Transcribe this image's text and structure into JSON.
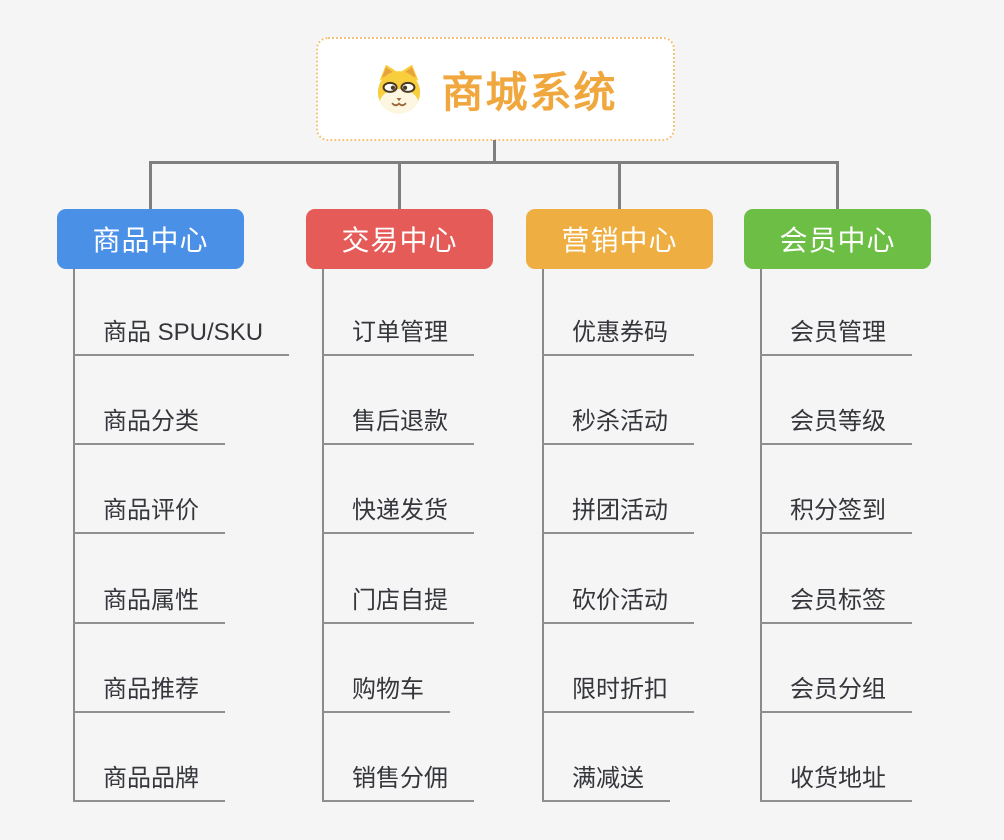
{
  "root": {
    "title": "商城系统",
    "icon": "dog-face-icon"
  },
  "branches": [
    {
      "label": "商品中心",
      "color": "#4a90e7",
      "children": [
        "商品 SPU/SKU",
        "商品分类",
        "商品评价",
        "商品属性",
        "商品推荐",
        "商品品牌"
      ]
    },
    {
      "label": "交易中心",
      "color": "#e45b58",
      "children": [
        "订单管理",
        "售后退款",
        "快递发货",
        "门店自提",
        "购物车",
        "销售分佣"
      ]
    },
    {
      "label": "营销中心",
      "color": "#efae42",
      "children": [
        "优惠券码",
        "秒杀活动",
        "拼团活动",
        "砍价活动",
        "限时折扣",
        "满减送"
      ]
    },
    {
      "label": "会员中心",
      "color": "#6cbe45",
      "children": [
        "会员管理",
        "会员等级",
        "积分签到",
        "会员标签",
        "会员分组",
        "收货地址"
      ]
    }
  ],
  "colors": {
    "background": "#f5f5f5",
    "root_accent": "#f0a73e",
    "root_border": "#f5c47c",
    "connector": "#7f7f7f",
    "underline": "#8f8f8f",
    "child_text": "#35363b"
  }
}
